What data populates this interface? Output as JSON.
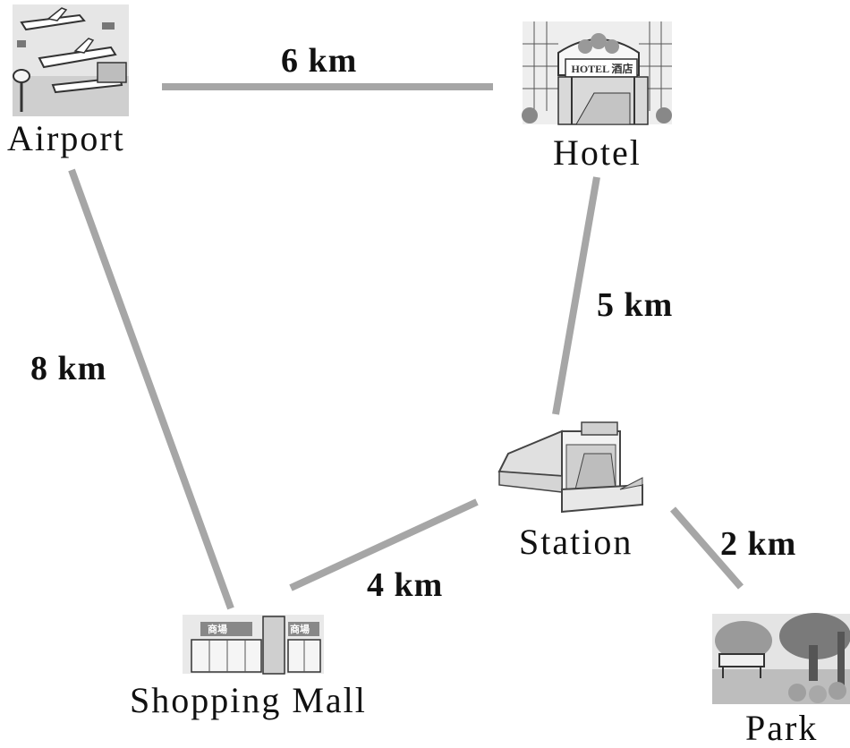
{
  "places": {
    "airport": "Airport",
    "hotel": "Hotel",
    "station": "Station",
    "mall": "Shopping Mall",
    "park": "Park"
  },
  "distances": {
    "airport_hotel": "6 km",
    "hotel_station": "5 km",
    "airport_mall": "8 km",
    "station_mall": "4 km",
    "station_park": "2 km"
  },
  "signs": {
    "hotel": "HOTEL 酒店",
    "mall_left": "商場",
    "mall_right": "商場"
  },
  "colors": {
    "road": "#a6a6a6",
    "text": "#111111"
  }
}
